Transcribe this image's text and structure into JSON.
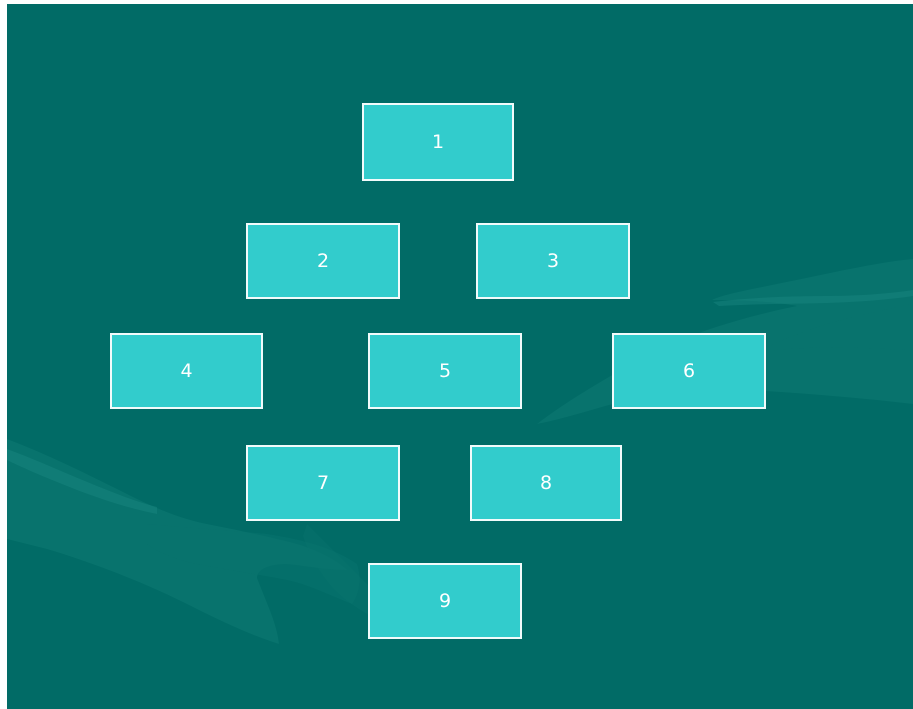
{
  "colors": {
    "background": "#016b66",
    "tile_fill": "#32cccc",
    "tile_border": "#f2fbfb",
    "tile_text": "#ffffff"
  },
  "tiles": [
    {
      "label": "1"
    },
    {
      "label": "2"
    },
    {
      "label": "3"
    },
    {
      "label": "4"
    },
    {
      "label": "5"
    },
    {
      "label": "6"
    },
    {
      "label": "7"
    },
    {
      "label": "8"
    },
    {
      "label": "9"
    }
  ]
}
